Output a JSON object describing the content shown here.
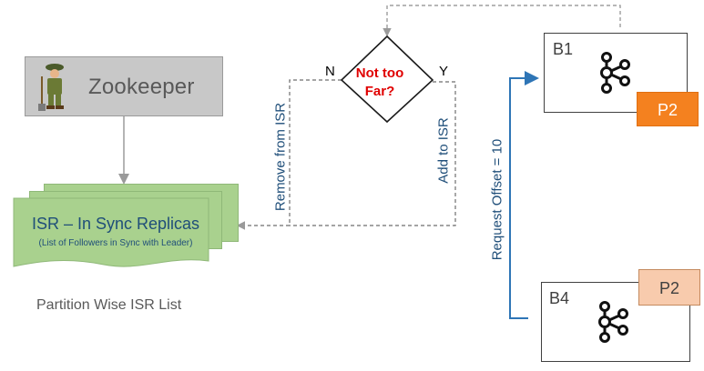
{
  "zookeeper": {
    "label": "Zookeeper"
  },
  "isr": {
    "title": "ISR – In Sync Replicas",
    "subtitle": "(List of Followers in Sync with Leader)",
    "caption": "Partition Wise ISR List"
  },
  "decision": {
    "line1": "Not too",
    "line2": "Far?",
    "no_label": "N",
    "yes_label": "Y",
    "no_action": "Remove from ISR",
    "yes_action": "Add to ISR"
  },
  "request": {
    "label": "Request Offset = 10"
  },
  "brokers": [
    {
      "name": "B1",
      "partition": "P2"
    },
    {
      "name": "B4",
      "partition": "P2"
    }
  ],
  "colors": {
    "isr_fill": "#a9d18e",
    "partition_leader": "#f4811f",
    "partition_follower": "#f8cbad",
    "decision_text": "#e00000",
    "arrow_blue": "#2e75b6"
  }
}
